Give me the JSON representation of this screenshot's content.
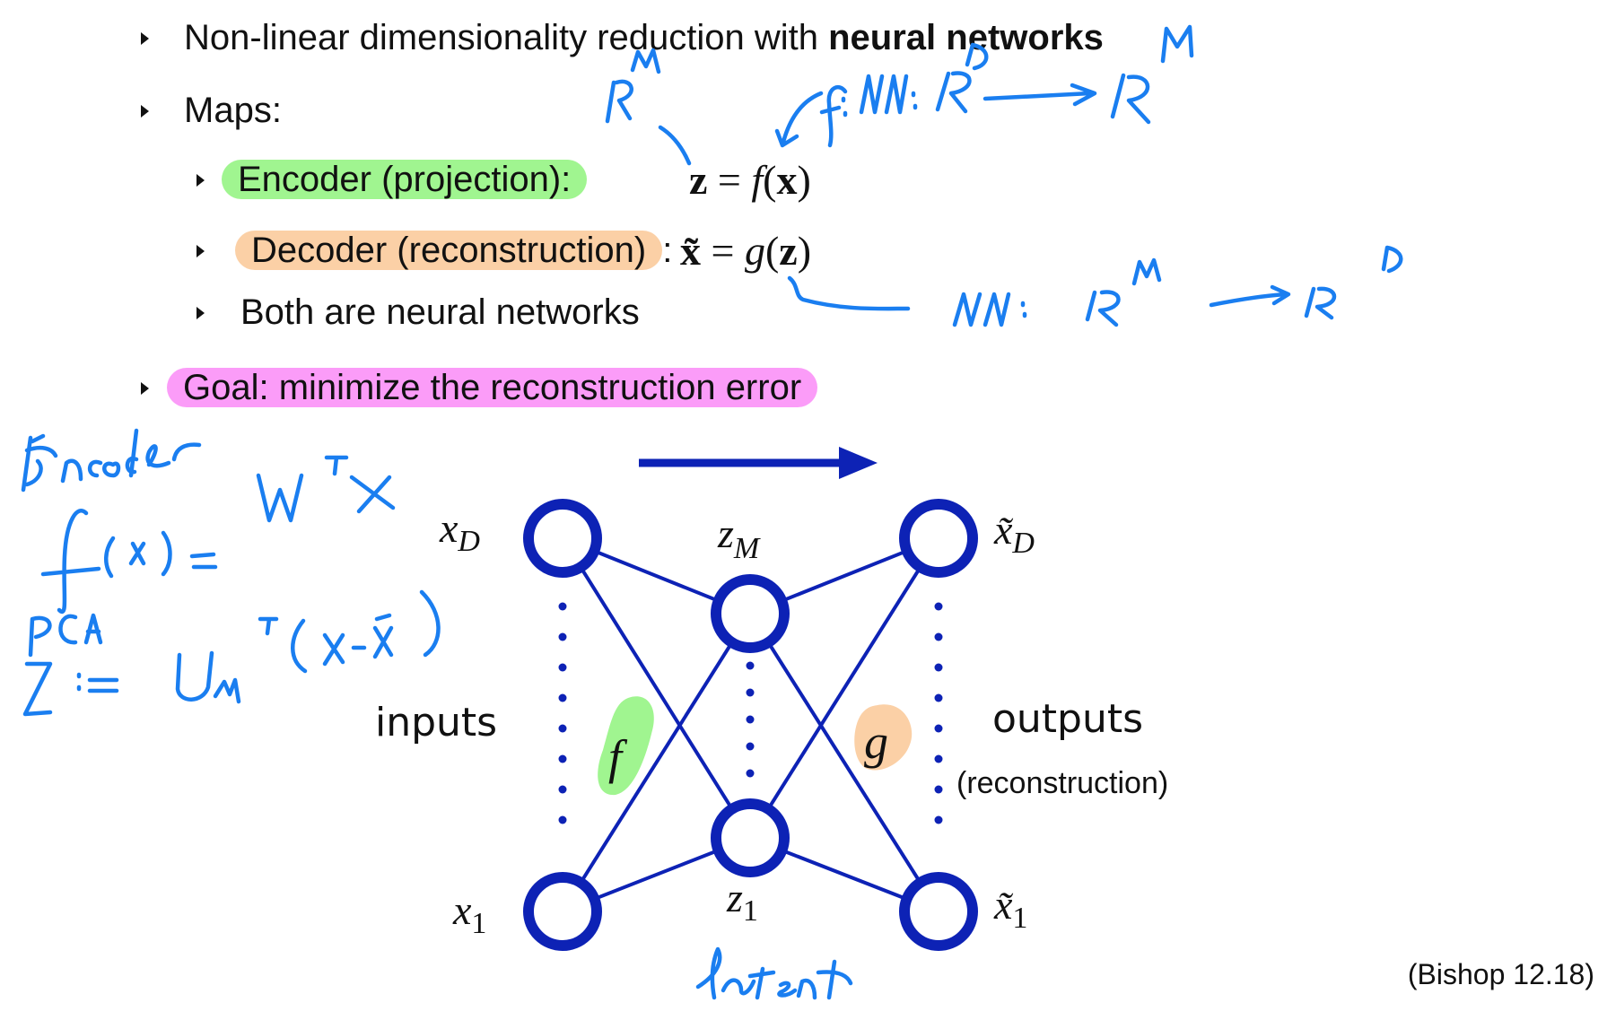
{
  "bullets": {
    "b1_plain": "Non-linear dimensionality reduction with ",
    "b1_bold": "neural networks",
    "b2": "Maps:",
    "encoder_label": "Encoder (projection):",
    "encoder_eq": {
      "lhs": "z",
      "eq": " = ",
      "fn": "f",
      "arg": "x"
    },
    "decoder_label": "Decoder (reconstruction)",
    "decoder_colon": ":",
    "decoder_eq": {
      "lhs": "x̃",
      "eq": " = ",
      "fn": "g",
      "arg": "z"
    },
    "both": "Both are neural networks",
    "goal": "Goal: minimize the reconstruction error"
  },
  "annotations": {
    "rm_top": "ℝᴹ",
    "f_map": "f : NN : ℝᴰ ⟶ ℝᴹ",
    "g_map": "NN : ℝᴹ ⟶ ℝᴰ",
    "encoder_word": "Encoder",
    "fx_eq": "f(x) = Wᵀx",
    "pca_word": "PCA",
    "pca_eq": "z := U_Mᵀ(x − x̄)",
    "latent": "latent"
  },
  "diagram": {
    "inputs_label": "inputs",
    "outputs_label": "outputs",
    "outputs_sub": "(reconstruction)",
    "x_top": "x",
    "x_top_sub": "D",
    "x_bot": "x",
    "x_bot_sub": "1",
    "z_top": "z",
    "z_top_sub": "M",
    "z_bot": "z",
    "z_bot_sub": "1",
    "xt_top": "x̃",
    "xt_top_sub": "D",
    "xt_bot": "x̃",
    "xt_bot_sub": "1",
    "f_label": "f",
    "g_label": "g",
    "node_color": "#0d22b5",
    "ink_color": "#1a7ef0"
  },
  "citation": "(Bishop 12.18)"
}
